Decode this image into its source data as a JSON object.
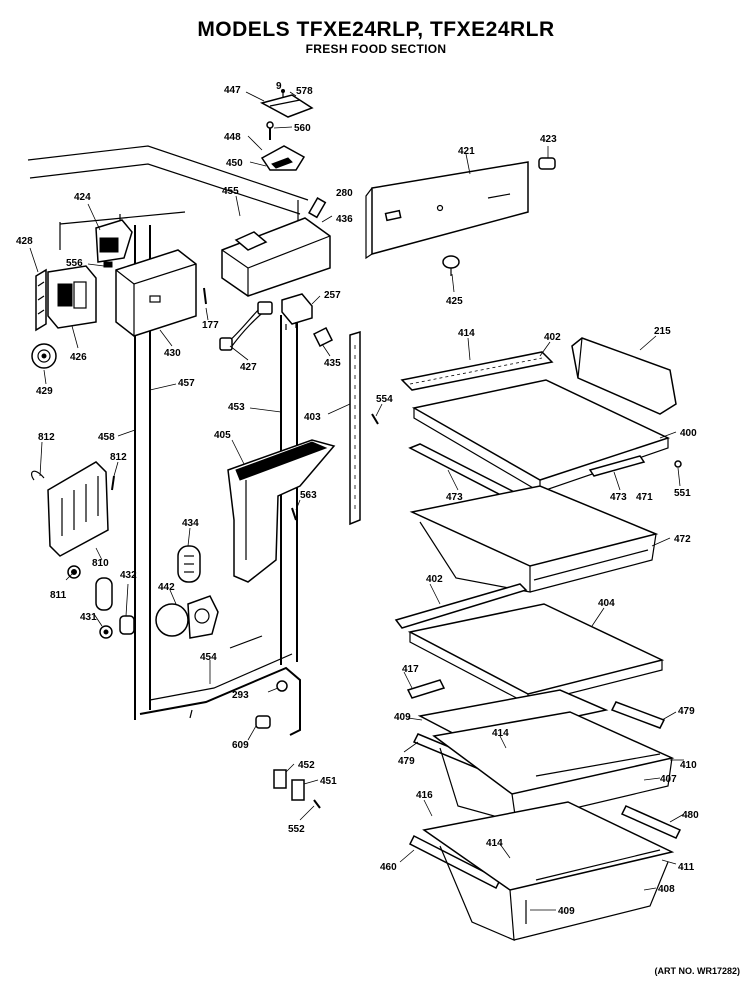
{
  "title": "MODELS TFXE24RLP, TFXE24RLR",
  "subtitle": "FRESH FOOD SECTION",
  "art_number": "(ART NO. WR17282)",
  "parts": [
    {
      "label": "447"
    },
    {
      "label": "9"
    },
    {
      "label": "578"
    },
    {
      "label": "448"
    },
    {
      "label": "560"
    },
    {
      "label": "450"
    },
    {
      "label": "421"
    },
    {
      "label": "423"
    },
    {
      "label": "455"
    },
    {
      "label": "280"
    },
    {
      "label": "424"
    },
    {
      "label": "436"
    },
    {
      "label": "428"
    },
    {
      "label": "556"
    },
    {
      "label": "425"
    },
    {
      "label": "177"
    },
    {
      "label": "257"
    },
    {
      "label": "426"
    },
    {
      "label": "430"
    },
    {
      "label": "427"
    },
    {
      "label": "435"
    },
    {
      "label": "414"
    },
    {
      "label": "402"
    },
    {
      "label": "215"
    },
    {
      "label": "429"
    },
    {
      "label": "457"
    },
    {
      "label": "453"
    },
    {
      "label": "403"
    },
    {
      "label": "554"
    },
    {
      "label": "400"
    },
    {
      "label": "812"
    },
    {
      "label": "458"
    },
    {
      "label": "405"
    },
    {
      "label": "812"
    },
    {
      "label": "473"
    },
    {
      "label": "473"
    },
    {
      "label": "471"
    },
    {
      "label": "551"
    },
    {
      "label": "563"
    },
    {
      "label": "434"
    },
    {
      "label": "472"
    },
    {
      "label": "810"
    },
    {
      "label": "811"
    },
    {
      "label": "432"
    },
    {
      "label": "442"
    },
    {
      "label": "402"
    },
    {
      "label": "404"
    },
    {
      "label": "431"
    },
    {
      "label": "454"
    },
    {
      "label": "417"
    },
    {
      "label": "293"
    },
    {
      "label": "479"
    },
    {
      "label": "409"
    },
    {
      "label": "609"
    },
    {
      "label": "414"
    },
    {
      "label": "479"
    },
    {
      "label": "410"
    },
    {
      "label": "452"
    },
    {
      "label": "451"
    },
    {
      "label": "407"
    },
    {
      "label": "416"
    },
    {
      "label": "552"
    },
    {
      "label": "480"
    },
    {
      "label": "414"
    },
    {
      "label": "460"
    },
    {
      "label": "411"
    },
    {
      "label": "408"
    },
    {
      "label": "409"
    }
  ]
}
